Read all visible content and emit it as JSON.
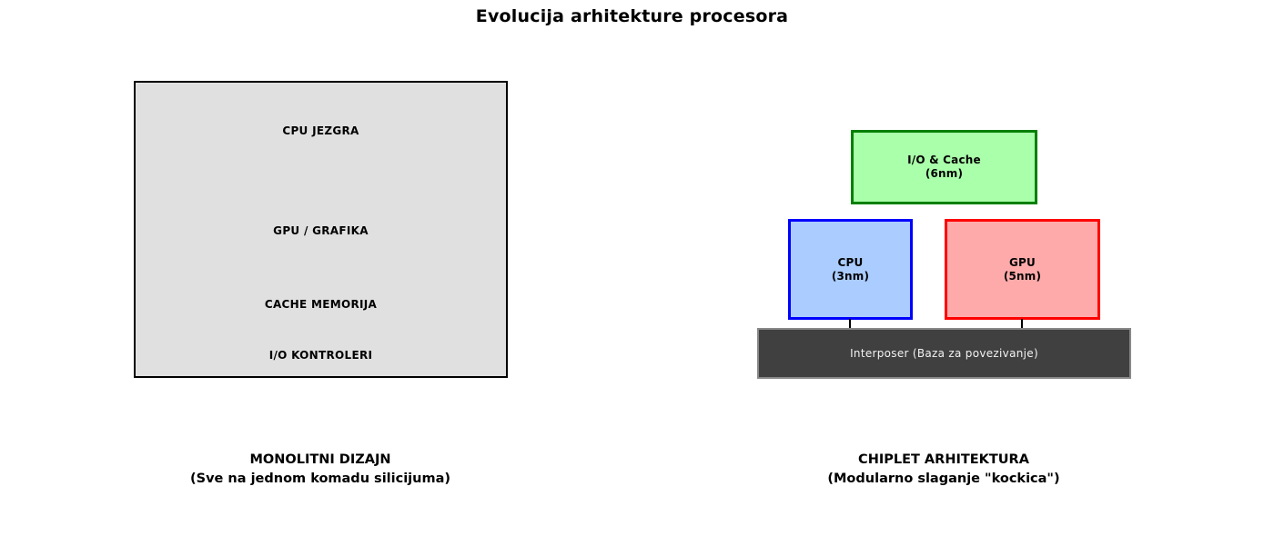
{
  "title": "Evolucija arhitekture procesora",
  "monolithic": {
    "labels": [
      "CPU JEZGRA",
      "GPU / GRAFIKA",
      "CACHE MEMORIJA",
      "I/O KONTROLERI"
    ],
    "fill": "#e0e0e0",
    "border": "#000000",
    "caption_line1": "MONOLITNI DIZAJN",
    "caption_line2": "(Sve na jednom komadu silicijuma)"
  },
  "chiplet": {
    "io_cache": {
      "line1": "I/O & Cache",
      "line2": "(6nm)",
      "fill": "#aaffaa",
      "border": "#008000"
    },
    "cpu": {
      "line1": "CPU",
      "line2": "(3nm)",
      "fill": "#aaccff",
      "border": "#0000ff"
    },
    "gpu": {
      "line1": "GPU",
      "line2": "(5nm)",
      "fill": "#ffaaaa",
      "border": "#ff0000"
    },
    "interposer": {
      "label": "Interposer (Baza za povezivanje)",
      "fill": "#404040",
      "border": "#888888",
      "text_color": "#f2f2f2"
    },
    "connector_color": "#000000",
    "caption_line1": "CHIPLET ARHITEKTURA",
    "caption_line2": "(Modularno slaganje \"kockica\")"
  }
}
